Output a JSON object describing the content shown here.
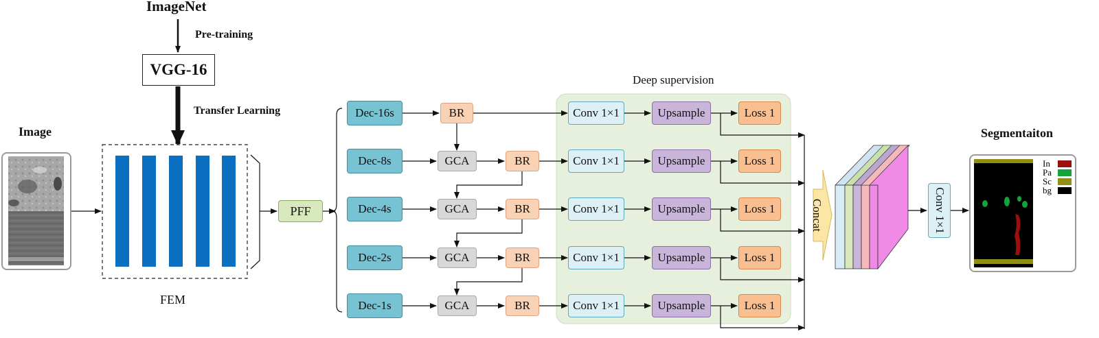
{
  "pretrain": {
    "dataset": "ImageNet",
    "pretrain_label": "Pre-training",
    "backbone": "VGG-16",
    "transfer_label": "Transfer Learning"
  },
  "input_title": "Image",
  "fem_label": "FEM",
  "pff_label": "PFF",
  "deep_supervision_label": "Deep supervision",
  "decoders": [
    "Dec-16s",
    "Dec-8s",
    "Dec-4s",
    "Dec-2s",
    "Dec-1s"
  ],
  "br_label": "BR",
  "gca_label": "GCA",
  "conv_label": "Conv 1×1",
  "upsample_label": "Upsample",
  "loss_label": "Loss 1",
  "concat_label": "Concat",
  "final_conv_label": "Conv 1×1",
  "output_title": "Segmentaiton",
  "legend": [
    {
      "label": "In",
      "color": "#9b0f0f"
    },
    {
      "label": "Pa",
      "color": "#12a33a"
    },
    {
      "label": "Sc",
      "color": "#8f8f16"
    },
    {
      "label": "bg",
      "color": "#000000"
    }
  ],
  "colors": {
    "dec": "#77c3d3",
    "br": "#f9d2b5",
    "gca": "#d8d8d8",
    "conv": "#dcf0f6",
    "upsample": "#c9b4da",
    "loss": "#f9bf91",
    "pff": "#d8e9bd",
    "deep_supervision_bg": "#e7f0dc",
    "fem_bars": "#0a6fc0",
    "concat_arrow": "#fbe6a6",
    "stack_layers": [
      "#d7ecf6",
      "#d8e9bd",
      "#c9b4da",
      "#f6b9b9",
      "#f08ae6"
    ]
  }
}
